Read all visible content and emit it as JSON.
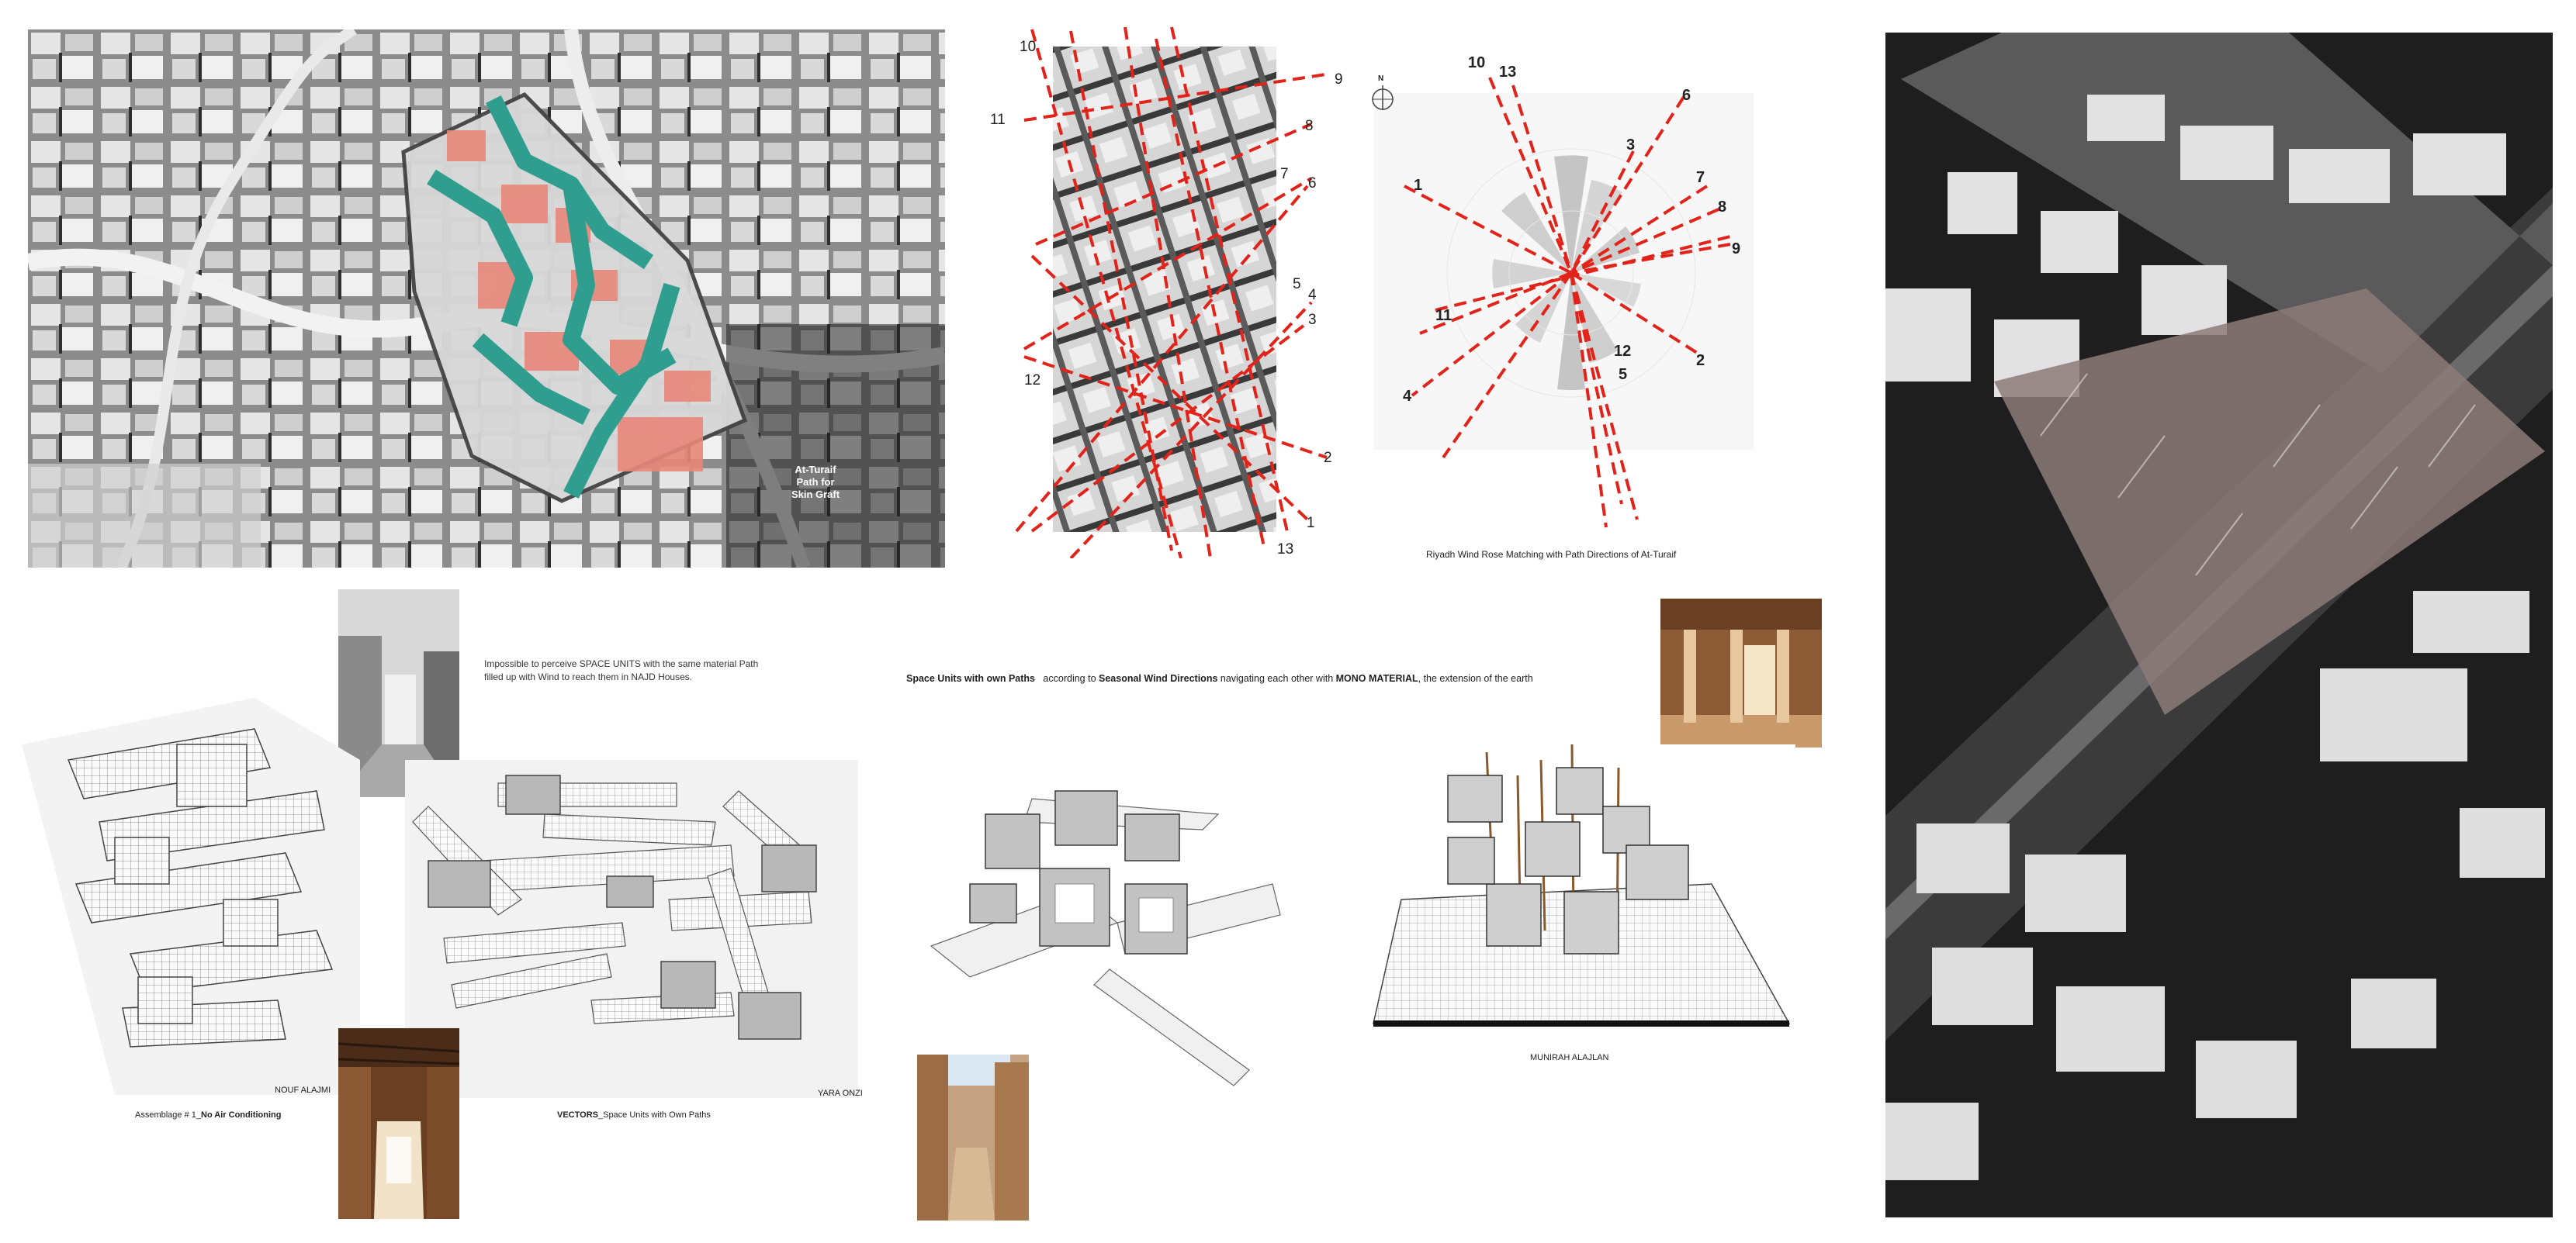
{
  "site_plan": {
    "label_line1": "At-Turaif",
    "label_line2": "Path for",
    "label_line3": "Skin Graft"
  },
  "path_diagram": {
    "numbers": [
      "10",
      "9",
      "11",
      "8",
      "7",
      "6",
      "5",
      "4",
      "3",
      "12",
      "2",
      "1",
      "13"
    ]
  },
  "wind_rose": {
    "north_label": "N",
    "numbers": [
      "10",
      "13",
      "6",
      "3",
      "1",
      "7",
      "8",
      "9",
      "11",
      "12",
      "2",
      "5",
      "4"
    ],
    "caption": "Riyadh Wind Rose Matching with Path Directions of At-Turaif"
  },
  "notes": {
    "space_units_note": "Impossible to perceive SPACE UNITS with the same material Path filled up with Wind to reach them in NAJD Houses.",
    "headline_bold1": "Space Units with own Paths",
    "headline_mid1": "according to",
    "headline_bold2": "Seasonal Wind Directions",
    "headline_mid2": "navigating each other with",
    "headline_bold3": "MONO MATERIAL",
    "headline_end": ", the extension of the earth"
  },
  "captions": {
    "nouf": "NOUF ALAJMI",
    "assemblage_prefix": "Assemblage # 1_",
    "assemblage_bold": "No Air Conditioning",
    "yara": "YARA ONZI",
    "vectors_bold": "VECTORS",
    "vectors_rest": "_Space Units with Own Paths",
    "munirah": "MUNIRAH ALAJLAN"
  },
  "colors": {
    "path_teal": "#2f9e8f",
    "unit_pink": "#e8877a",
    "wind_red": "#e2231a"
  }
}
